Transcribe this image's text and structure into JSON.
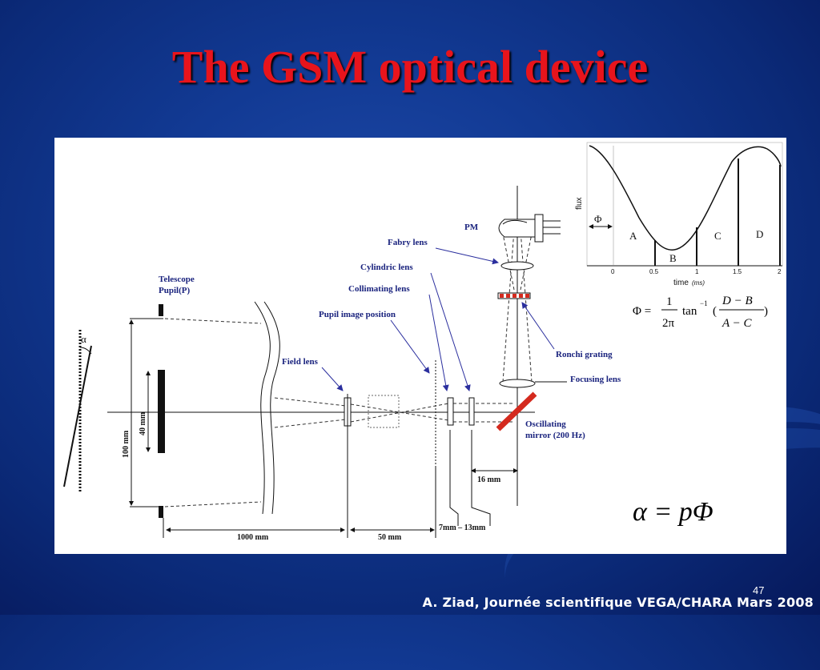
{
  "slide": {
    "title": "The GSM optical device",
    "page_number": "47",
    "footer": "A. Ziad, Journée scientifique VEGA/CHARA Mars 2008"
  },
  "diagram": {
    "labels": {
      "telescope_pupil": [
        "Telescope",
        "Pupil(P)"
      ],
      "alpha": "α",
      "pm": "PM",
      "fabry_lens": "Fabry lens",
      "cylindric_lens": "Cylindric lens",
      "collimating_lens": "Collimating lens",
      "pupil_image_position": "Pupil image position",
      "field_lens": "Field lens",
      "ronchi_grating": "Ronchi grating",
      "focusing_lens": "Focusing lens",
      "oscillating_mirror": [
        "Oscillating",
        "mirror  (200 Hz)"
      ]
    },
    "dimensions": {
      "d_100mm": "100 mm",
      "d_40mm": "40 mm",
      "d_1000mm": "1000 mm",
      "d_50mm": "50 mm",
      "d_7_13mm": "7mm – 13mm",
      "d_16mm": "16 mm"
    },
    "colors": {
      "mirror": "#d42a1e",
      "grating_red": "#d42a1e",
      "label_blue": "#1a237e",
      "arrow_blue": "#2b2f9e"
    }
  },
  "inset_plot": {
    "ylabel": "flux",
    "xlabel": "time",
    "xunit": "(ms)",
    "xticks": [
      "0",
      "0.5",
      "1",
      "1.5",
      "2"
    ],
    "phase_label": "Φ",
    "segments": [
      "A",
      "B",
      "C",
      "D"
    ]
  },
  "equations": {
    "phi_lhs": "Φ =",
    "num": "1",
    "den": "2π",
    "tan": "tan",
    "exp": "−1",
    "open": "(",
    "close": ")",
    "frac_num": "D − B",
    "frac_den": "A − C",
    "alpha_eq": "α = pΦ"
  }
}
